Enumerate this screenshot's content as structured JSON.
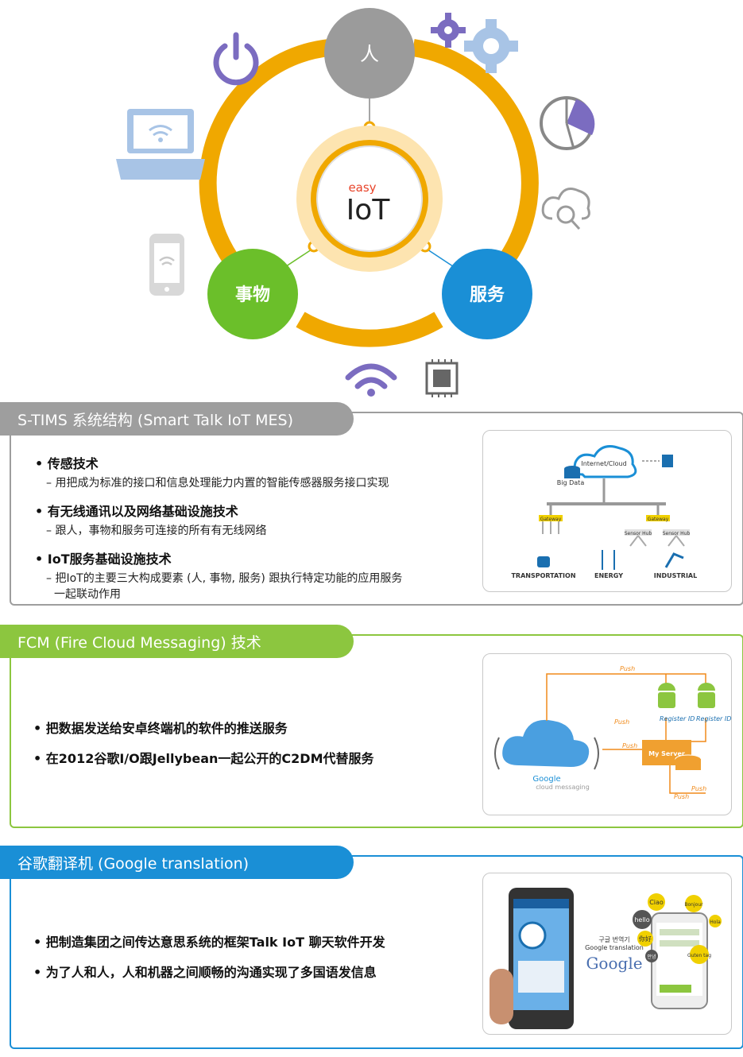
{
  "hub": {
    "center_small": "easy",
    "center_big": "IoT",
    "nodes": {
      "people": "人",
      "things": "事物",
      "service": "服务"
    },
    "colors": {
      "ring": "#f0a800",
      "people": "#9b9b9b",
      "things": "#6bbf2a",
      "service": "#1a8fd6",
      "icon": "#7b6cc0",
      "icon_light": "#a8c4e6"
    }
  },
  "section1": {
    "title": "S-TIMS 系统结构 (Smart Talk IoT MES)",
    "color": "#9e9e9e",
    "items": [
      {
        "title": "• 传感技术",
        "sub": "– 用把成为标准的接口和信息处理能力内置的智能传感器服务接口实现"
      },
      {
        "title": "• 有无线通讯以及网络基础设施技术",
        "sub": "– 跟人，事物和服务可连接的所有有无线网络"
      },
      {
        "title": "• IoT服务基础设施技术",
        "sub": "– 把IoT的主要三大构成要素 (人, 事物, 服务) 跟执行特定功能的应用服务",
        "sub2": "一起联动作用"
      }
    ],
    "diagram": {
      "cloud": "Internet/Cloud",
      "bigdata": "Big Data",
      "gateway": "Gateway",
      "sensor": "Sensor Hub",
      "labels": [
        "TRANSPORTATION",
        "ENERGY",
        "INDUSTRIAL"
      ]
    }
  },
  "section2": {
    "title": "FCM  (Fire Cloud Messaging)  技术",
    "color": "#8cc63f",
    "items": [
      "• 把数据发送给安卓终端机的软件的推送服务",
      "• 在2012谷歌I/O跟Jellybean一起公开的C2DM代替服务"
    ],
    "diagram": {
      "push": "Push",
      "register": "Register ID",
      "server": "My Server",
      "brand": "Google",
      "brand_sub": "cloud messaging"
    }
  },
  "section3": {
    "title": "谷歌翻译机  (Google translation)",
    "color": "#1a8fd6",
    "items": [
      "• 把制造集团之间传达意思系统的框架Talk IoT 聊天软件开发",
      "• 为了人和人，人和机器之间顺畅的沟通实现了多国语发信息"
    ],
    "diagram": {
      "kr": "구글 번역기",
      "en": "Google translation",
      "brand": "Google",
      "bubbles": [
        "Ciao",
        "Bonjour",
        "hello",
        "你好",
        "Guten tag",
        "Hola",
        "안녕"
      ]
    }
  }
}
